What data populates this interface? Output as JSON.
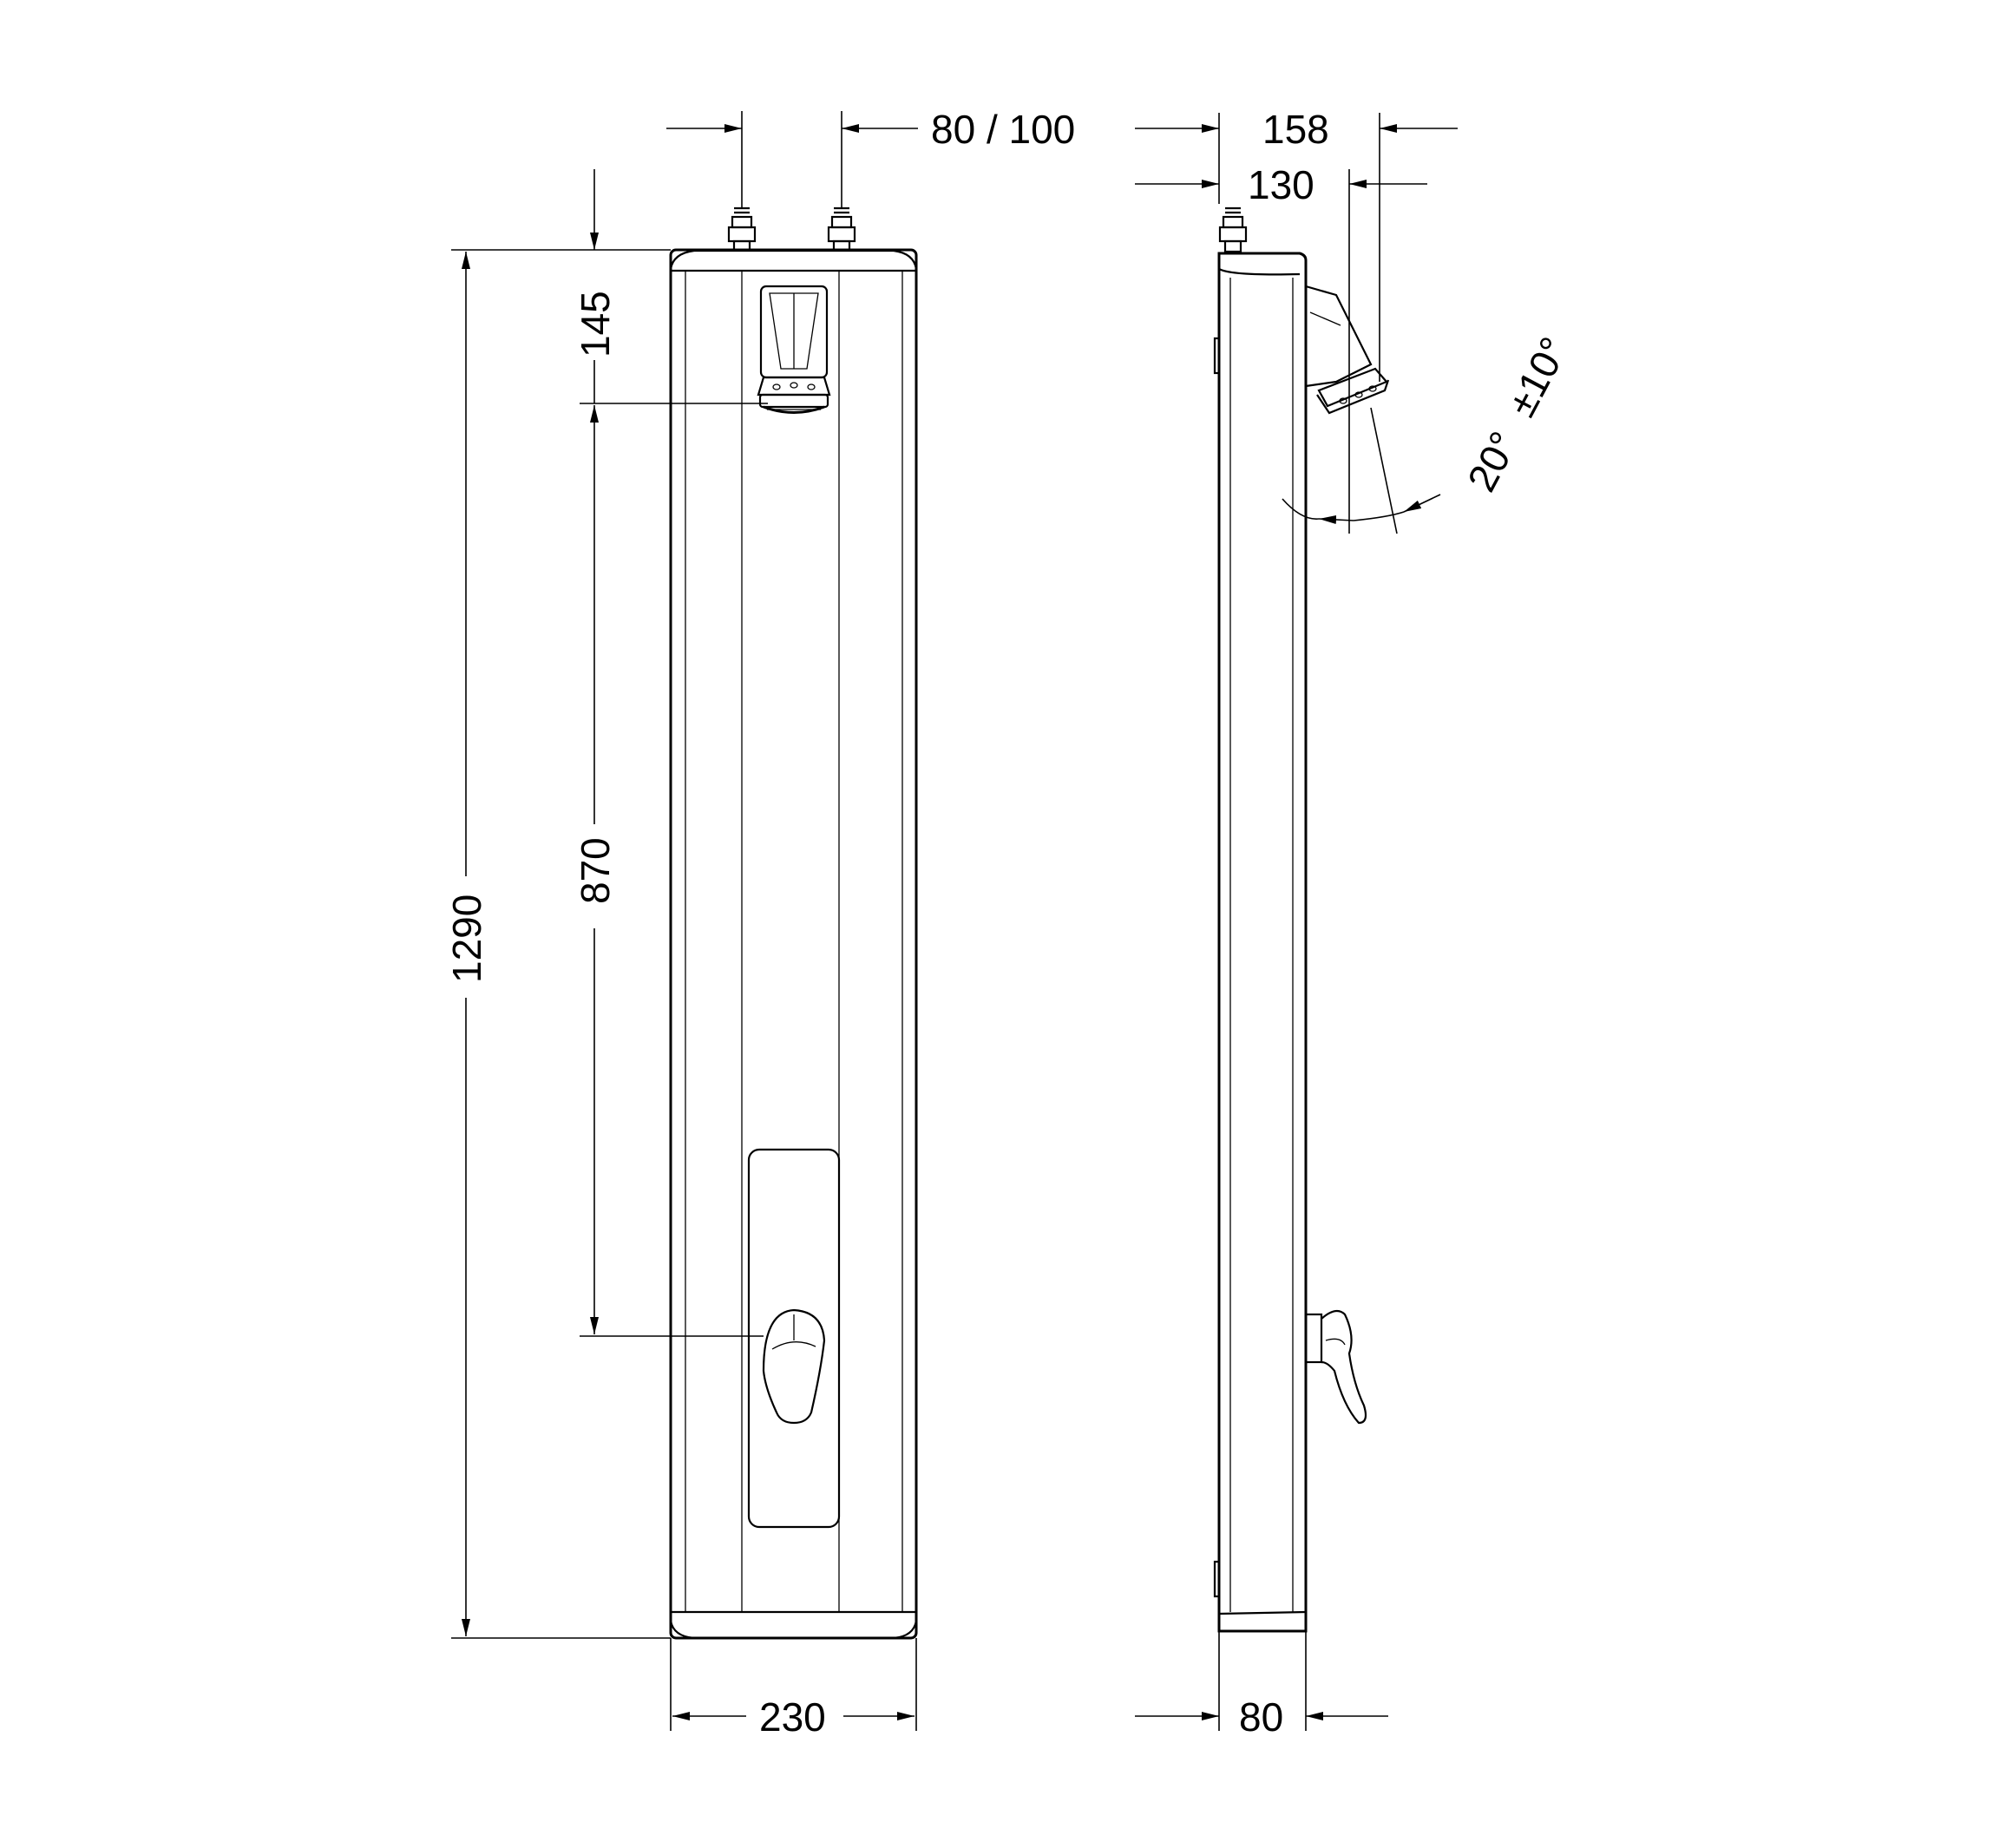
{
  "dimensions": {
    "outlets_spacing": "80 / 100",
    "side_depth_total": "158",
    "side_depth_head": "130",
    "head_offset_top": "145",
    "head_to_handle": "870",
    "overall_height": "1290",
    "front_width": "230",
    "side_width": "80",
    "angle_primary": "20°",
    "angle_tolerance": "±10°"
  }
}
